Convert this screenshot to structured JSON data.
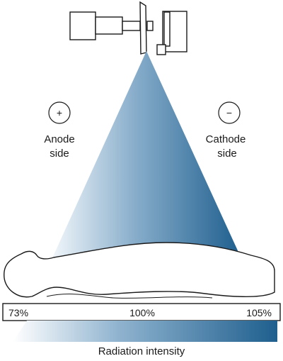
{
  "anode": {
    "sign": "+",
    "line1": "Anode",
    "line2": "side"
  },
  "cathode": {
    "sign": "−",
    "line1": "Cathode",
    "line2": "side"
  },
  "intensity_bar": {
    "left_pct": "73%",
    "center_pct": "100%",
    "right_pct": "105%"
  },
  "caption": "Radiation intensity",
  "colors": {
    "beam_light": "#eef4f9",
    "beam_dark": "#1f5f8e",
    "outline": "#1a1a1a"
  }
}
